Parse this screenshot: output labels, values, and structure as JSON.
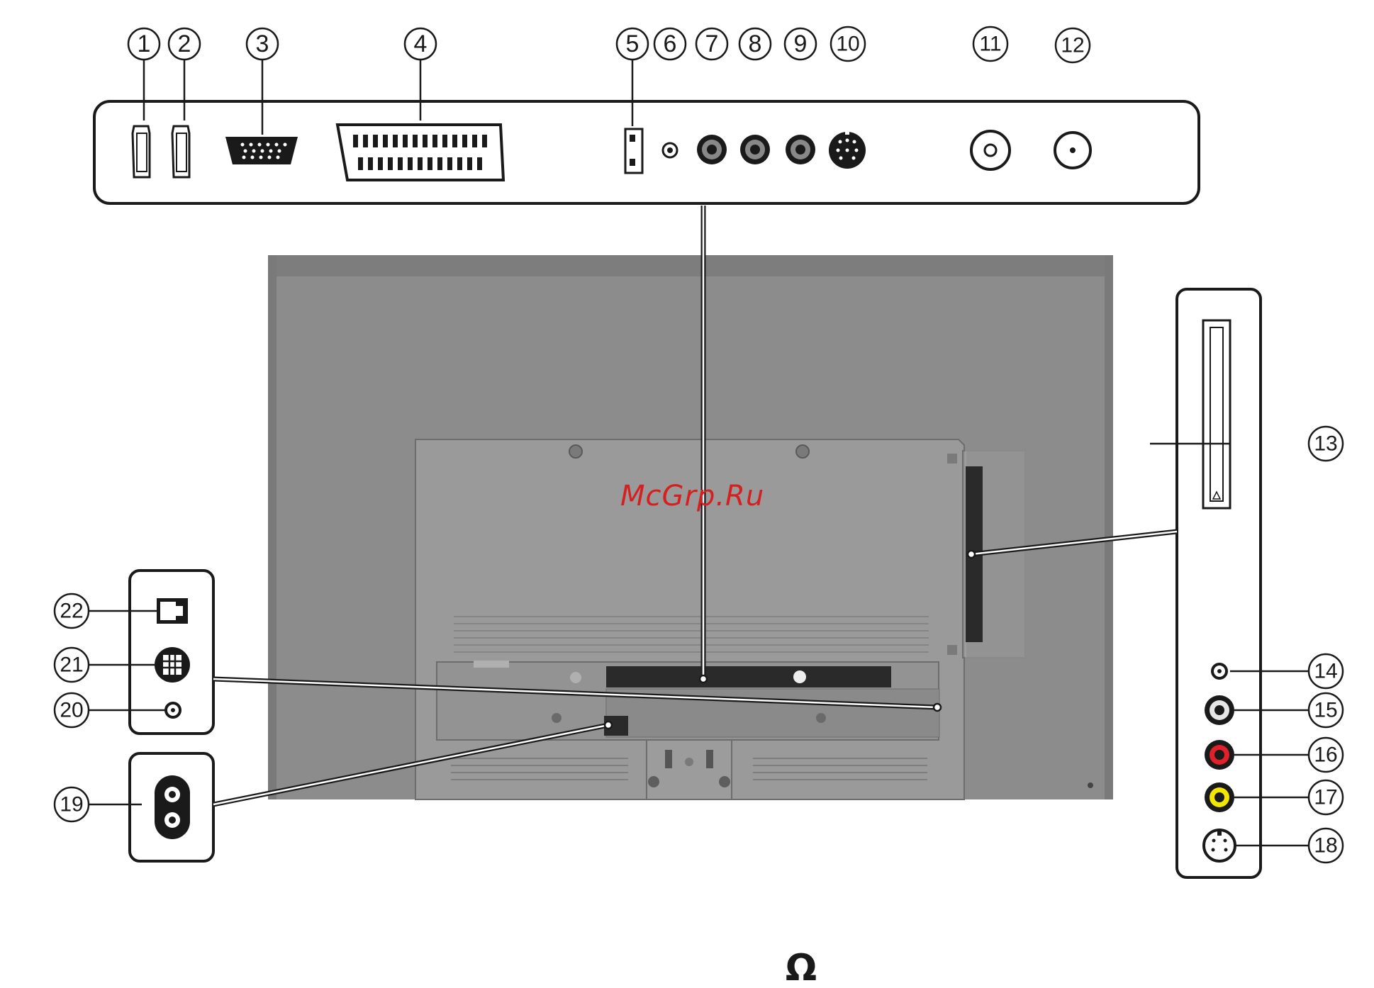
{
  "watermark": "McGrp.Ru",
  "headphone_symbol": "Ω",
  "callouts": [
    {
      "id": 1,
      "label": "1",
      "name": "hdmi-port-1"
    },
    {
      "id": 2,
      "label": "2",
      "name": "hdmi-port-2"
    },
    {
      "id": 3,
      "label": "3",
      "name": "vga-port"
    },
    {
      "id": 4,
      "label": "4",
      "name": "scart-port"
    },
    {
      "id": 5,
      "label": "5",
      "name": "usb-port"
    },
    {
      "id": 6,
      "label": "6",
      "name": "mini-jack-port"
    },
    {
      "id": 7,
      "label": "7",
      "name": "rca-port-7"
    },
    {
      "id": 8,
      "label": "8",
      "name": "rca-port-8"
    },
    {
      "id": 9,
      "label": "9",
      "name": "rca-port-9"
    },
    {
      "id": 10,
      "label": "10",
      "name": "mini-din-port"
    },
    {
      "id": 11,
      "label": "11",
      "name": "antenna-port"
    },
    {
      "id": 12,
      "label": "12",
      "name": "satellite-port"
    },
    {
      "id": 13,
      "label": "13",
      "name": "ci-slot"
    },
    {
      "id": 14,
      "label": "14",
      "name": "headphone-jack"
    },
    {
      "id": 15,
      "label": "15",
      "name": "rca-port-white"
    },
    {
      "id": 16,
      "label": "16",
      "name": "rca-port-red"
    },
    {
      "id": 17,
      "label": "17",
      "name": "rca-port-yellow"
    },
    {
      "id": 18,
      "label": "18",
      "name": "s-video-port"
    },
    {
      "id": 19,
      "label": "19",
      "name": "power-inlet"
    },
    {
      "id": 20,
      "label": "20",
      "name": "small-jack-port"
    },
    {
      "id": 21,
      "label": "21",
      "name": "grid-port"
    },
    {
      "id": 22,
      "label": "22",
      "name": "lan-port"
    }
  ],
  "colors": {
    "outline": "#1a1a1a",
    "tv_body": "#8c8c8c",
    "tv_panel": "#9a9a9a",
    "tv_dark": "#6a6a6a",
    "rca_red": "#e0202a",
    "rca_yellow": "#f2e600",
    "watermark": "#d42020"
  }
}
